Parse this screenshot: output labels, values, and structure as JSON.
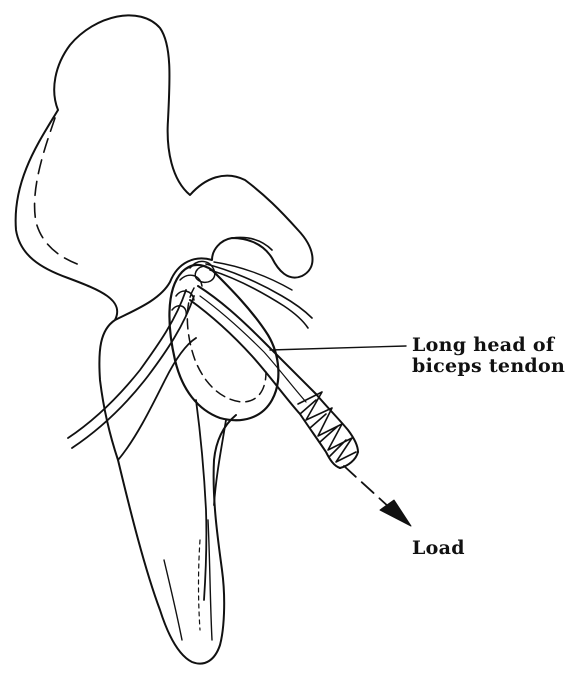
{
  "labels": {
    "tendon_line1": "Long head of",
    "tendon_line2": "biceps tendon",
    "load": "Load"
  },
  "colors": {
    "ink": "#111111",
    "background": "#ffffff"
  }
}
